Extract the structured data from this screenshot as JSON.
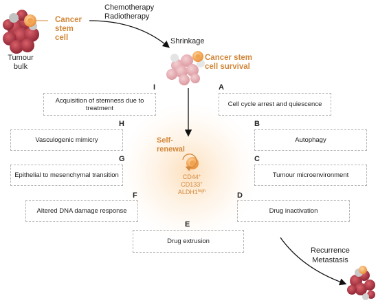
{
  "top": {
    "cancer_stem_cell_label": [
      "Cancer",
      "stem",
      "cell"
    ],
    "tumour_bulk_label": [
      "Tumour",
      "bulk"
    ],
    "treatment_label": [
      "Chemotherapy",
      "Radiotherapy"
    ],
    "shrinkage_label": "Shrinkage",
    "survival_label": [
      "Cancer stem",
      "cell survival"
    ]
  },
  "center": {
    "self_renewal_label": [
      "Self-",
      "renewal"
    ],
    "markers": [
      {
        "name": "CD44",
        "sup": "+"
      },
      {
        "name": "CD133",
        "sup": "+"
      },
      {
        "name": "ALDH1",
        "sup": "high"
      }
    ]
  },
  "mechanisms": [
    {
      "letter": "A",
      "text": "Cell cycle arrest and quiescence"
    },
    {
      "letter": "B",
      "text": "Autophagy"
    },
    {
      "letter": "C",
      "text": "Tumour microenvironment"
    },
    {
      "letter": "D",
      "text": "Drug inactivation"
    },
    {
      "letter": "E",
      "text": "Drug extrusion"
    },
    {
      "letter": "F",
      "text": "Altered DNA damage response"
    },
    {
      "letter": "G",
      "text": "Epithelial to mesenchymal transition"
    },
    {
      "letter": "H",
      "text": "Vasculogenic mimicry"
    },
    {
      "letter": "I",
      "text": "Acquisition of stemness due to treatment"
    }
  ],
  "outcome": {
    "label": [
      "Recurrence",
      "Metastasis"
    ]
  },
  "colors": {
    "accent": "#d2873a",
    "tumour_red": "#a8303c",
    "tumour_dark": "#7a1e2a",
    "shrunk_pink": "#e3a5ad",
    "box_border": "#b4b4b4"
  }
}
